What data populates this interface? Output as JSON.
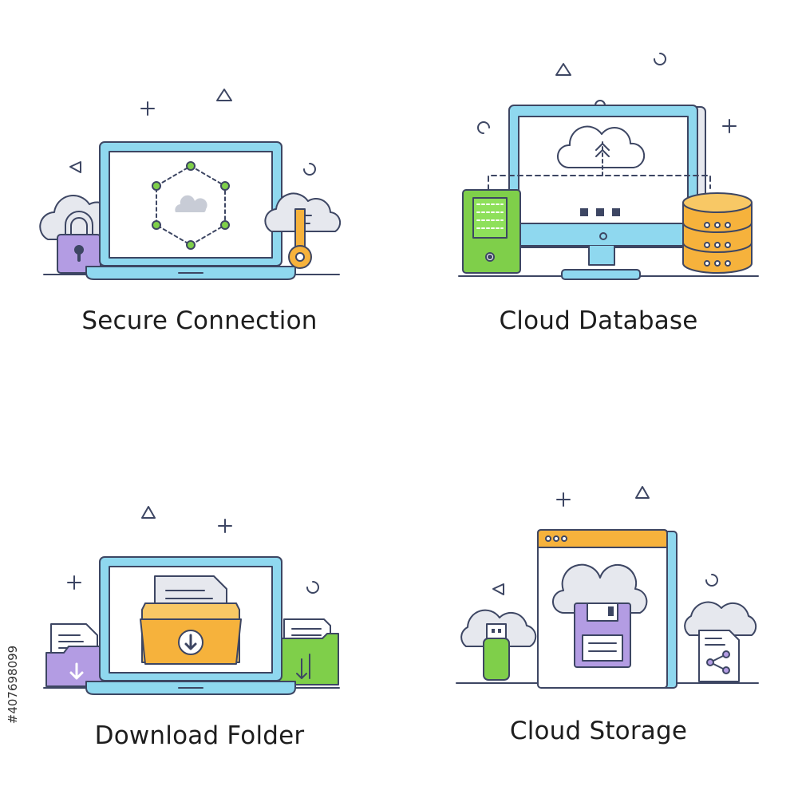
{
  "tiles": [
    {
      "caption": "Secure Connection",
      "icon": "secure-connection-icon"
    },
    {
      "caption": "Cloud Database",
      "icon": "cloud-database-icon"
    },
    {
      "caption": "Download Folder",
      "icon": "download-folder-icon"
    },
    {
      "caption": "Cloud Storage",
      "icon": "cloud-storage-icon"
    }
  ],
  "stock_id": "#407698099",
  "colors": {
    "outline": "#3d4663",
    "screen_blue": "#8fd8ef",
    "cloud_gray": "#e6e8ee",
    "orange": "#f6b23c",
    "purple": "#b39ce3",
    "green": "#7fcf4a",
    "shape_gray": "#c8ccd6"
  }
}
